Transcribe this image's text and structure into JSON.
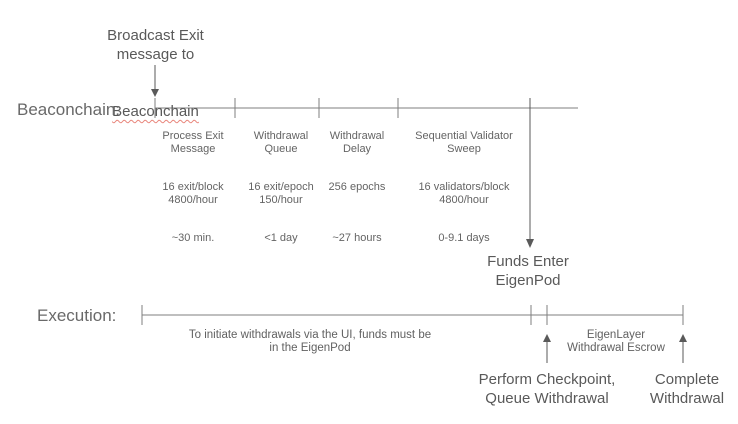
{
  "title": {
    "line_top": "Broadcast Exit\nmessage to",
    "misspelled_word": "Beaconchain"
  },
  "beaconchain": {
    "label": "Beaconchain:",
    "columns": [
      {
        "name": "Process Exit\nMessage",
        "rate": "16 exit/block\n4800/hour",
        "duration": "~30 min."
      },
      {
        "name": "Withdrawal\nQueue",
        "rate": "16 exit/epoch\n150/hour",
        "duration": "<1 day"
      },
      {
        "name": "Withdrawal\nDelay",
        "rate": "256 epochs",
        "duration": "~27 hours"
      },
      {
        "name": "Sequential Validator\nSweep",
        "rate": "16 validators/block\n4800/hour",
        "duration": "0-9.1 days"
      }
    ],
    "funds_enter": "Funds Enter\nEigenPod"
  },
  "execution": {
    "label": "Execution:",
    "note": "To initiate withdrawals via the UI, funds must be\nin the EigenPod",
    "escrow": "EigenLayer\nWithdrawal Escrow",
    "checkpoint": "Perform Checkpoint,\nQueue Withdrawal",
    "complete": "Complete\nWithdrawal"
  },
  "colors": {
    "timeline": "#7f7f7f",
    "arrow": "#5a5a5a",
    "text": "#616161",
    "squiggle": "#e8847a"
  }
}
